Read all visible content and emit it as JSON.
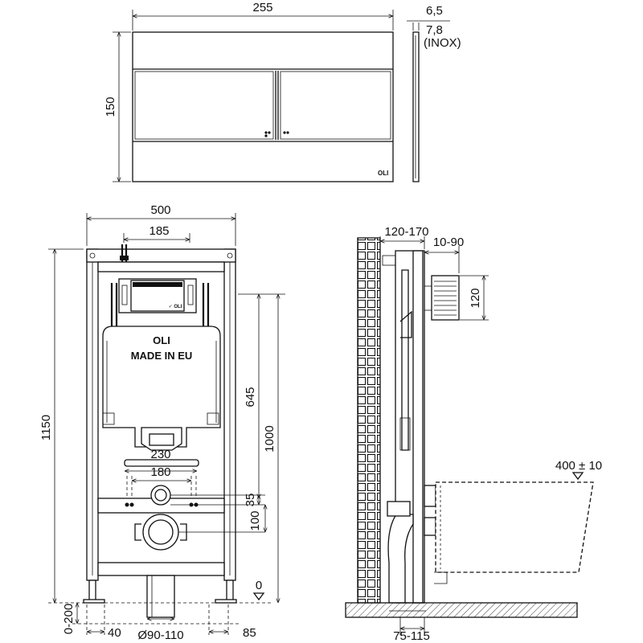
{
  "dims": {
    "plate_width": "255",
    "plate_height": "150",
    "plate_thick_1": "6,5",
    "plate_thick_2": "7,8",
    "plate_thick_note": "(INOX)",
    "frame_width": "500",
    "pipe_offset": "185",
    "frame_height": "1150",
    "cistern_height": "645",
    "total_height": "1000",
    "bolt_outer": "230",
    "bolt_inner": "180",
    "dim_35": "35",
    "dim_100": "100",
    "zero_level": "0",
    "foot_adjust": "0-200",
    "foot_40": "40",
    "drain_dia": "Ø90-110",
    "foot_85": "85",
    "wall_depth": "120-170",
    "inspection_depth": "10-90",
    "inspection_height": "120",
    "bowl_height": "400 ± 10",
    "floor_depth": "75-115"
  },
  "labels": {
    "brand_plate": "OLI",
    "brand_cistern": "OLI",
    "made_in": "MADE IN EU"
  }
}
